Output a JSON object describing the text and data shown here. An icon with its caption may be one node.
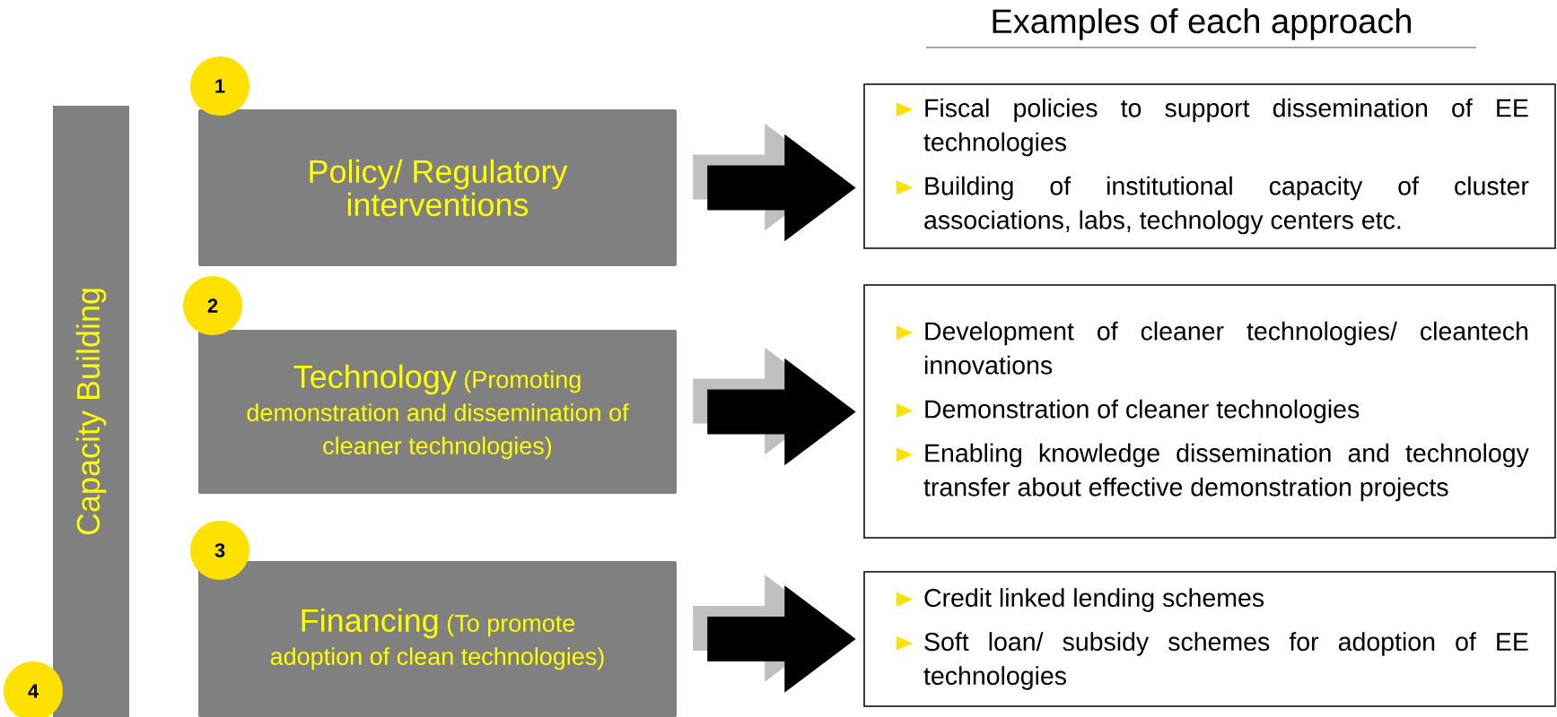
{
  "diagram": {
    "title": "Examples of each approach",
    "nodes": [
      {
        "text": [
          "1"
        ]
      },
      {
        "text": [
          "Policy/ Regulatory interventions"
        ]
      },
      {
        "text": [
          "Fiscal policies to support dissemination of EE technologies",
          "Building of institutional capacity of cluster associations, labs, technology centers etc."
        ]
      },
      {
        "text": [
          "2"
        ]
      },
      {
        "text": [
          "Technology",
          "(Promoting demonstration and dissemination of cleaner technologies)"
        ]
      },
      {
        "text": [
          "Development of cleaner technologies/ cleantech innovations",
          "Demonstration of cleaner technologies",
          "Enabling knowledge dissemination and technology transfer about effective demonstration projects"
        ]
      },
      {
        "text": [
          "3"
        ]
      },
      {
        "text": [
          "Financing",
          "(To promote adoption of clean technologies)"
        ]
      },
      {
        "text": [
          "Credit linked lending schemes",
          "Soft loan/ subsidy schemes for adoption of EE technologies"
        ]
      },
      {
        "text": [
          "Capacity Building"
        ]
      },
      {
        "text": [
          "4"
        ]
      }
    ],
    "edges": [
      {
        "from": 1,
        "to": 2,
        "arrow": "to"
      },
      {
        "from": 4,
        "to": 5,
        "arrow": "to"
      },
      {
        "from": 7,
        "to": 8,
        "arrow": "to"
      }
    ]
  }
}
